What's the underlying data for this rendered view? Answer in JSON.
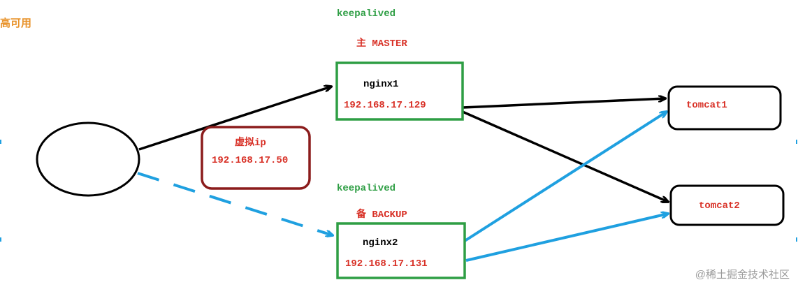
{
  "title": "高可用",
  "master": {
    "service": "keepalived",
    "role": "主 MASTER",
    "host": "nginx1",
    "ip": "192.168.17.129"
  },
  "backup": {
    "service": "keepalived",
    "role": "备 BACKUP",
    "host": "nginx2",
    "ip": "192.168.17.131"
  },
  "vip": {
    "label": "虚拟ip",
    "ip": "192.168.17.50"
  },
  "tomcats": [
    "tomcat1",
    "tomcat2"
  ],
  "watermark": "@稀土掘金技术社区",
  "colors": {
    "nginx_box": "#2e9e44",
    "vip_box": "#8b1c1c",
    "active_link": "#000000",
    "standby_link": "#1fa0e0",
    "text_red": "#d83026",
    "text_green": "#2e9e44",
    "text_orange": "#e8922a"
  }
}
